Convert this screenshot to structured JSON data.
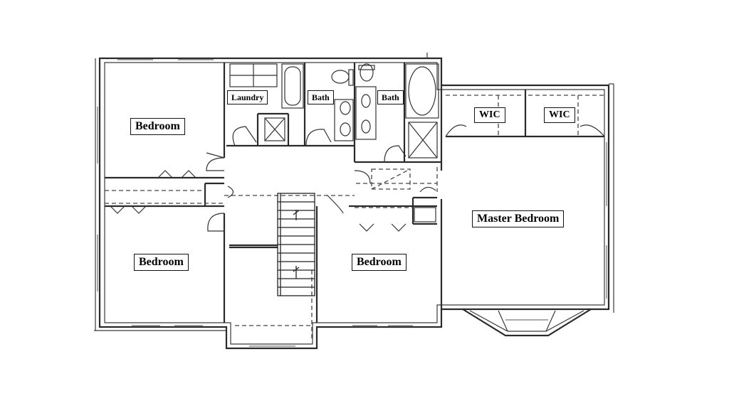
{
  "rooms": {
    "bedroom_top_left": "Bedroom",
    "bedroom_bottom_left": "Bedroom",
    "bedroom_center": "Bedroom",
    "master_bedroom": "Master Bedroom",
    "laundry": "Laundry",
    "bath_1": "Bath",
    "bath_2": "Bath",
    "wic_1": "WIC",
    "wic_2": "WIC"
  }
}
